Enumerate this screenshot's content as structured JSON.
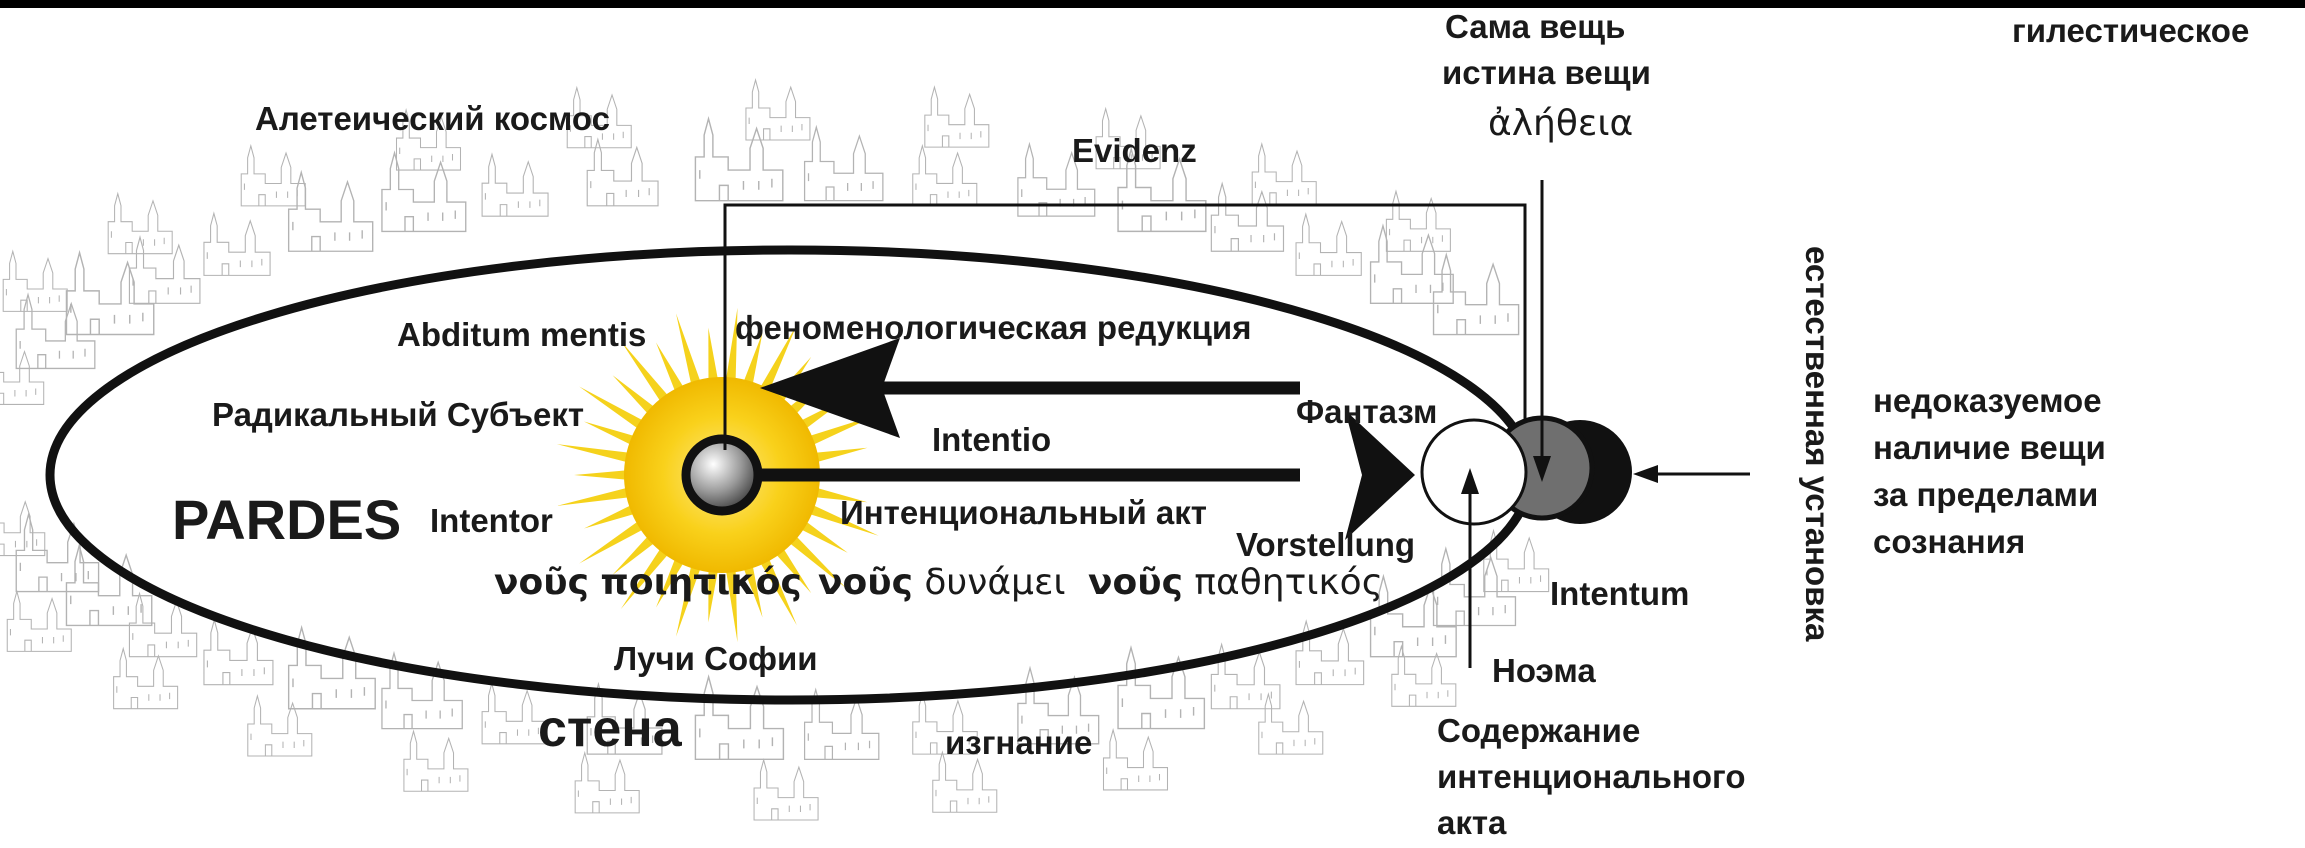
{
  "labels": {
    "aleteic_cosmos": "Алетеический космос",
    "evidenz": "Evidenz",
    "thing_itself_1": "Сама вещь",
    "thing_itself_2": "истина вещи",
    "aletheia": "ἀλήθεια",
    "gilestic": "гилестическое",
    "abditum": "Abditum mentis",
    "phenom_reduction": "феноменологическая редукция",
    "radical_subject": "Радикальный Субъект",
    "phantasm": "Фантазм",
    "intentio": "Intentio",
    "pardes": "PARDES",
    "intentor": "Intentor",
    "intentional_act": "Интенциональный акт",
    "vorstellung": "Vorstellung",
    "intentum": "Intentum",
    "noema": "Ноэма",
    "sophia_rays": "Лучи Софии",
    "wall": "стена",
    "exile": "изгнание",
    "content_1": "Содержание",
    "content_2": "интенционального",
    "content_3": "акта",
    "natural_attitude": "естественная установка",
    "unprovable_1": "недоказуемое",
    "unprovable_2": "наличие вещи",
    "unprovable_3": "за пределами",
    "unprovable_4": "сознания"
  },
  "greek": {
    "nous1_word": "νοῦς",
    "nous1_attr": "ποιητικός",
    "nous2_word": "νοῦς",
    "nous2_attr": "δυνάμει",
    "nous3_word": "νοῦς",
    "nous3_attr": "παθητικός"
  },
  "colors": {
    "sun_core": "#f7cf1a",
    "sun_ray": "#f5d21c",
    "ink": "#111111",
    "thing_gray": "#6f6f6f"
  }
}
